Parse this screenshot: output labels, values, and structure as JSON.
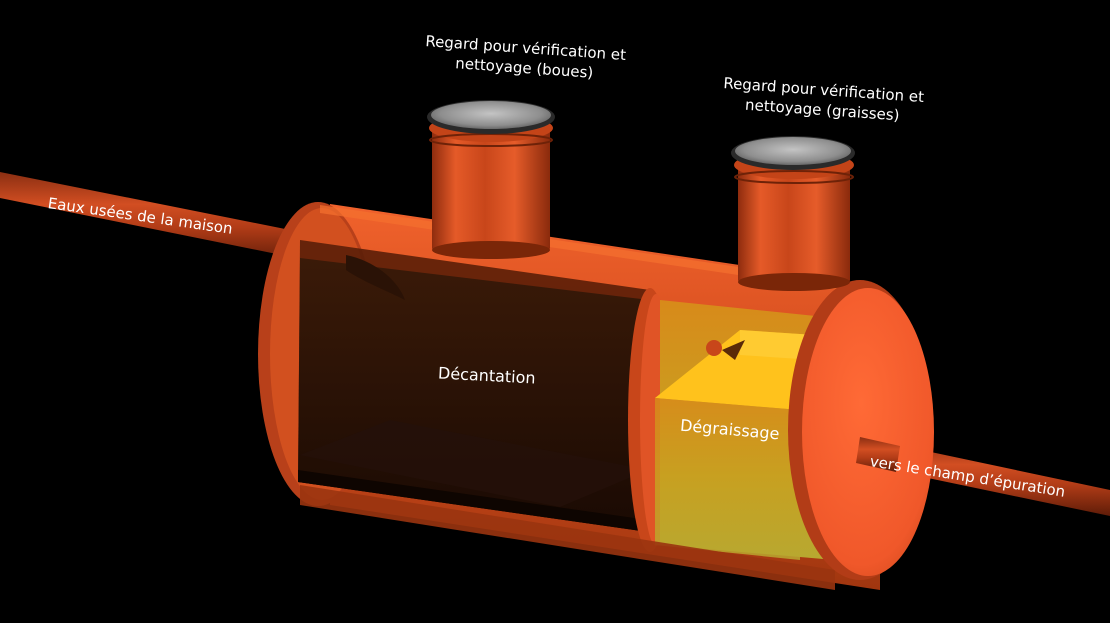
{
  "labels": {
    "inlet_pipe": "Eaux usées de la maison",
    "outlet_pipe": "vers le champ d’épuration",
    "manhole_sludge": {
      "line1": "Regard pour vérification et",
      "line2": "nettoyage (boues)"
    },
    "manhole_grease": {
      "line1": "Regard pour vérification et",
      "line2": "nettoyage (graisses)"
    },
    "chamber_settling": "Décantation",
    "chamber_degreasing": "Dégraissage"
  },
  "colors": {
    "background": "#000000",
    "tank_orange": "#f05a28",
    "tank_dark_orange": "#c84a1e",
    "pipe_red": "#b8401c",
    "lid_grey": "#9a9a9a",
    "grease_yellow": "#ffc21c",
    "sludge_dark": "#2a1206"
  }
}
